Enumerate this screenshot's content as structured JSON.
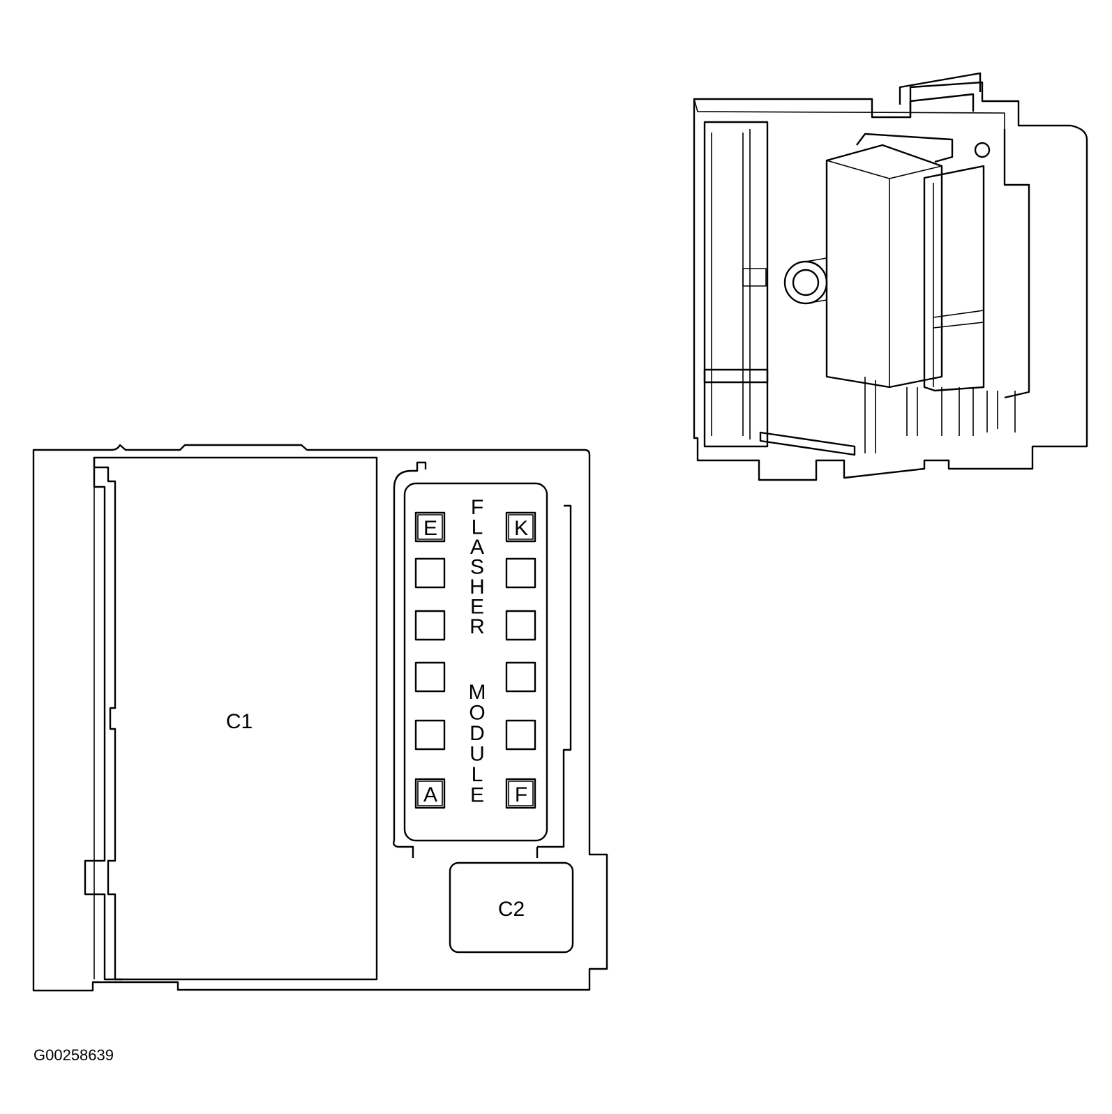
{
  "diagram": {
    "connector_c1_label": "C1",
    "connector_c2_label": "C2",
    "module_label": "FLASHER MODULE",
    "module_label_line1": "FLASHER",
    "module_label_line2": "MODULE",
    "pins": {
      "top_left": "E",
      "top_right": "K",
      "bottom_left": "A",
      "bottom_right": "F"
    },
    "figure_id": "G00258639"
  }
}
